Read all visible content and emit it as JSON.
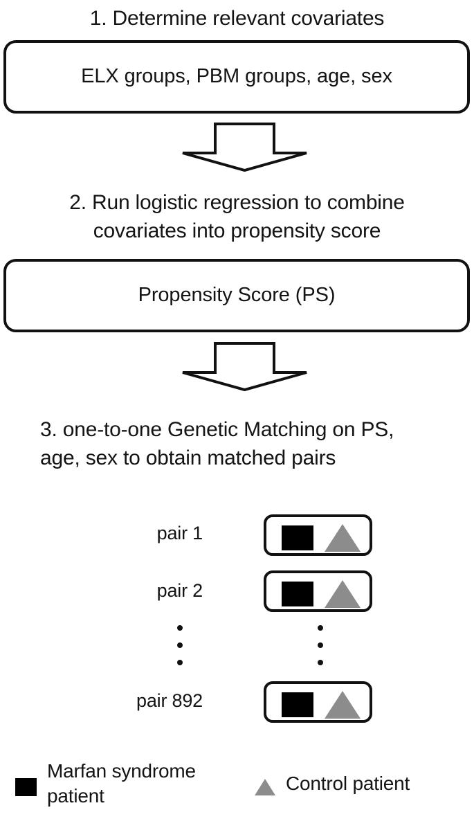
{
  "figure": {
    "type": "flowchart",
    "orientation": "vertical",
    "background": "#ffffff",
    "ink_color": "#111111",
    "control_marker_color": "#8c8c8c",
    "case_marker_color": "#000000"
  },
  "steps": [
    {
      "number": "1.",
      "title": "1. Determine relevant covariates",
      "box_label": "ELX groups, PBM groups, age, sex"
    },
    {
      "number": "2.",
      "title": "2. Run logistic regression to combine\ncovariates into propensity score",
      "box_label": "Propensity Score (PS)"
    },
    {
      "number": "3.",
      "title": "3. one-to-one Genetic Matching on PS,\nage, sex to obtain matched pairs",
      "box_label": ""
    }
  ],
  "arrows": [
    {
      "name": "arrow-step1-to-step2",
      "direction": "down"
    },
    {
      "name": "arrow-step2-to-step3",
      "direction": "down"
    }
  ],
  "pairs": {
    "rows": [
      {
        "label": "pair 1",
        "case": "square",
        "control": "triangle"
      },
      {
        "label": "pair 2",
        "case": "square",
        "control": "triangle"
      },
      {
        "label": "pair 892",
        "case": "square",
        "control": "triangle"
      }
    ],
    "ellipsis": "⋮",
    "total_pairs": "892"
  },
  "legend": {
    "items": [
      {
        "marker": "square",
        "color": "#000000",
        "label": "Marfan syndrome\npatient"
      },
      {
        "marker": "triangle",
        "color": "#8c8c8c",
        "label": "Control patient"
      }
    ]
  }
}
